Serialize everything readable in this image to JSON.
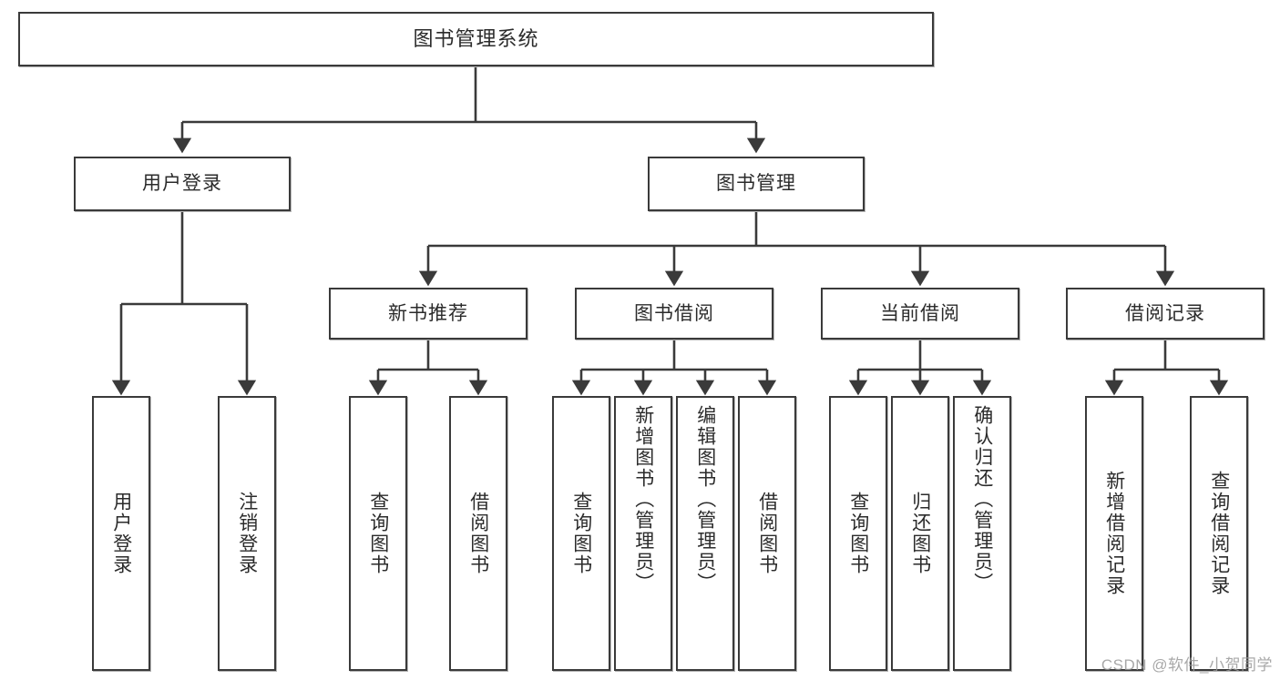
{
  "diagram": {
    "title": "图书管理系统",
    "type": "tree",
    "stroke_color": "#3a3a3a",
    "text_color": "#2b2b2b",
    "background_color": "#ffffff",
    "watermark": "CSDN @软件_小贺同学",
    "watermark_color": "#9a9a9a"
  },
  "nodes": {
    "root": {
      "label": "图书管理系统"
    },
    "level1": [
      {
        "id": "user-login",
        "label": "用户登录"
      },
      {
        "id": "book-manage",
        "label": "图书管理"
      }
    ],
    "level2": [
      {
        "id": "new-book-recommend",
        "label": "新书推荐",
        "parent": "book-manage"
      },
      {
        "id": "book-borrow",
        "label": "图书借阅",
        "parent": "book-manage"
      },
      {
        "id": "current-borrow",
        "label": "当前借阅",
        "parent": "book-manage"
      },
      {
        "id": "borrow-record",
        "label": "借阅记录",
        "parent": "book-manage"
      }
    ],
    "leaves": [
      {
        "id": "leaf-user-login",
        "label": "用户登录",
        "parent": "user-login"
      },
      {
        "id": "leaf-logout-login",
        "label": "注销登录",
        "parent": "user-login"
      },
      {
        "id": "leaf-query-book-1",
        "label": "查询图书",
        "parent": "new-book-recommend"
      },
      {
        "id": "leaf-borrow-book-1",
        "label": "借阅图书",
        "parent": "new-book-recommend"
      },
      {
        "id": "leaf-query-book-2",
        "label": "查询图书",
        "parent": "book-borrow"
      },
      {
        "id": "leaf-add-book",
        "label": "新增图书（管理员）",
        "parent": "book-borrow"
      },
      {
        "id": "leaf-edit-book",
        "label": "编辑图书（管理员）",
        "parent": "book-borrow"
      },
      {
        "id": "leaf-borrow-book-2",
        "label": "借阅图书",
        "parent": "book-borrow"
      },
      {
        "id": "leaf-query-book-3",
        "label": "查询图书",
        "parent": "current-borrow"
      },
      {
        "id": "leaf-return-book",
        "label": "归还图书",
        "parent": "current-borrow"
      },
      {
        "id": "leaf-confirm-return",
        "label": "确认归还（管理员）",
        "parent": "current-borrow"
      },
      {
        "id": "leaf-add-record",
        "label": "新增借阅记录",
        "parent": "borrow-record"
      },
      {
        "id": "leaf-query-record",
        "label": "查询借阅记录",
        "parent": "borrow-record"
      }
    ]
  }
}
